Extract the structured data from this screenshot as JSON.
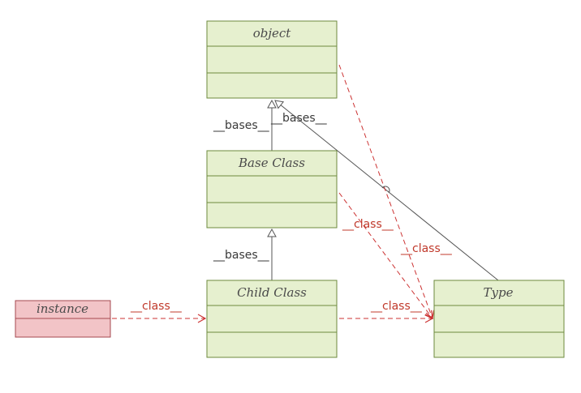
{
  "colors": {
    "class_fill": "#e6f0cf",
    "class_stroke": "#6d8a3d",
    "instance_fill": "#f2c4c7",
    "instance_stroke": "#a5474f",
    "inherit_line": "#555555",
    "class_arrow": "#cc3333"
  },
  "boxes": {
    "object": {
      "title": "object"
    },
    "base_class": {
      "title": "Base Class"
    },
    "child_class": {
      "title": "Child Class"
    },
    "type": {
      "title": "Type"
    },
    "instance": {
      "title": "instance"
    }
  },
  "edges": {
    "base_to_object": {
      "label": "__bases__"
    },
    "type_to_object": {
      "label": "__bases__"
    },
    "child_to_base": {
      "label": "__bases__"
    },
    "instance_to_child": {
      "label": "__class__"
    },
    "child_to_type": {
      "label": "__class__"
    },
    "base_to_type": {
      "label": "__class__"
    },
    "object_to_type": {
      "label": "__class__"
    }
  }
}
